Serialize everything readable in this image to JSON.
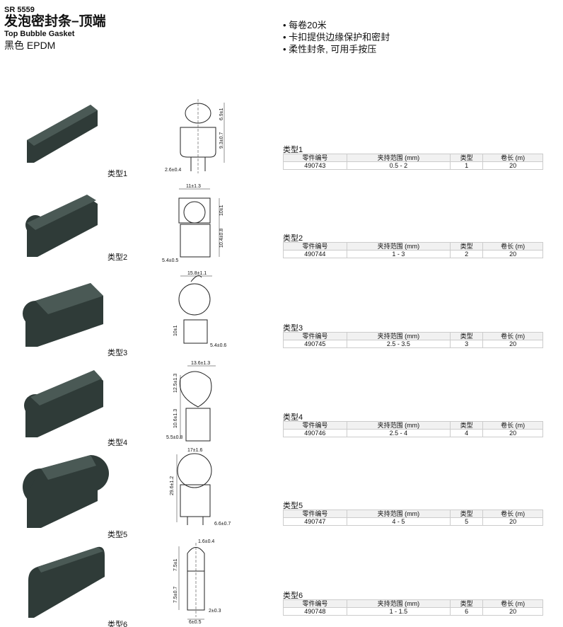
{
  "header": {
    "code": "SR 5559",
    "title": "发泡密封条–顶端",
    "subtitle": "Top Bubble Gasket",
    "material": "黑色 EPDM"
  },
  "bullets": [
    "每卷20米",
    "卡扣提供边缘保护和密封",
    "柔性封条, 可用手按压"
  ],
  "table_headers": [
    "零件编号",
    "夹持范围 (mm)",
    "类型",
    "卷长 (m)"
  ],
  "product_color": "#2f3b38",
  "types": [
    {
      "label": "类型1",
      "part": "490743",
      "range": "0.5 - 2",
      "type": "1",
      "length": "20",
      "dims": [
        "6.9±1",
        "9.3±0.7",
        "2.6±0.4"
      ]
    },
    {
      "label": "类型2",
      "part": "490744",
      "range": "1 - 3",
      "type": "2",
      "length": "20",
      "dims": [
        "11±1.3",
        "10±1",
        "10.4±0.8",
        "5.4±0.5"
      ]
    },
    {
      "label": "类型3",
      "part": "490745",
      "range": "2.5 - 3.5",
      "type": "3",
      "length": "20",
      "dims": [
        "15.8±1.1",
        "10±1",
        "5.4±0.6"
      ]
    },
    {
      "label": "类型4",
      "part": "490746",
      "range": "2.5 - 4",
      "type": "4",
      "length": "20",
      "dims": [
        "13.6±1.3",
        "12.5±1.3",
        "10.6±1.3",
        "5.5±0.8"
      ]
    },
    {
      "label": "类型5",
      "part": "490747",
      "range": "4 - 5",
      "type": "5",
      "length": "20",
      "dims": [
        "17±1.6",
        "29.6±1.2",
        "6.6±0.7"
      ]
    },
    {
      "label": "类型6",
      "part": "490748",
      "range": "1 - 1.5",
      "type": "6",
      "length": "20",
      "dims": [
        "1.6±0.4",
        "7.5±1",
        "7.5±0.7",
        "2±0.3",
        "6±0.5"
      ]
    }
  ]
}
